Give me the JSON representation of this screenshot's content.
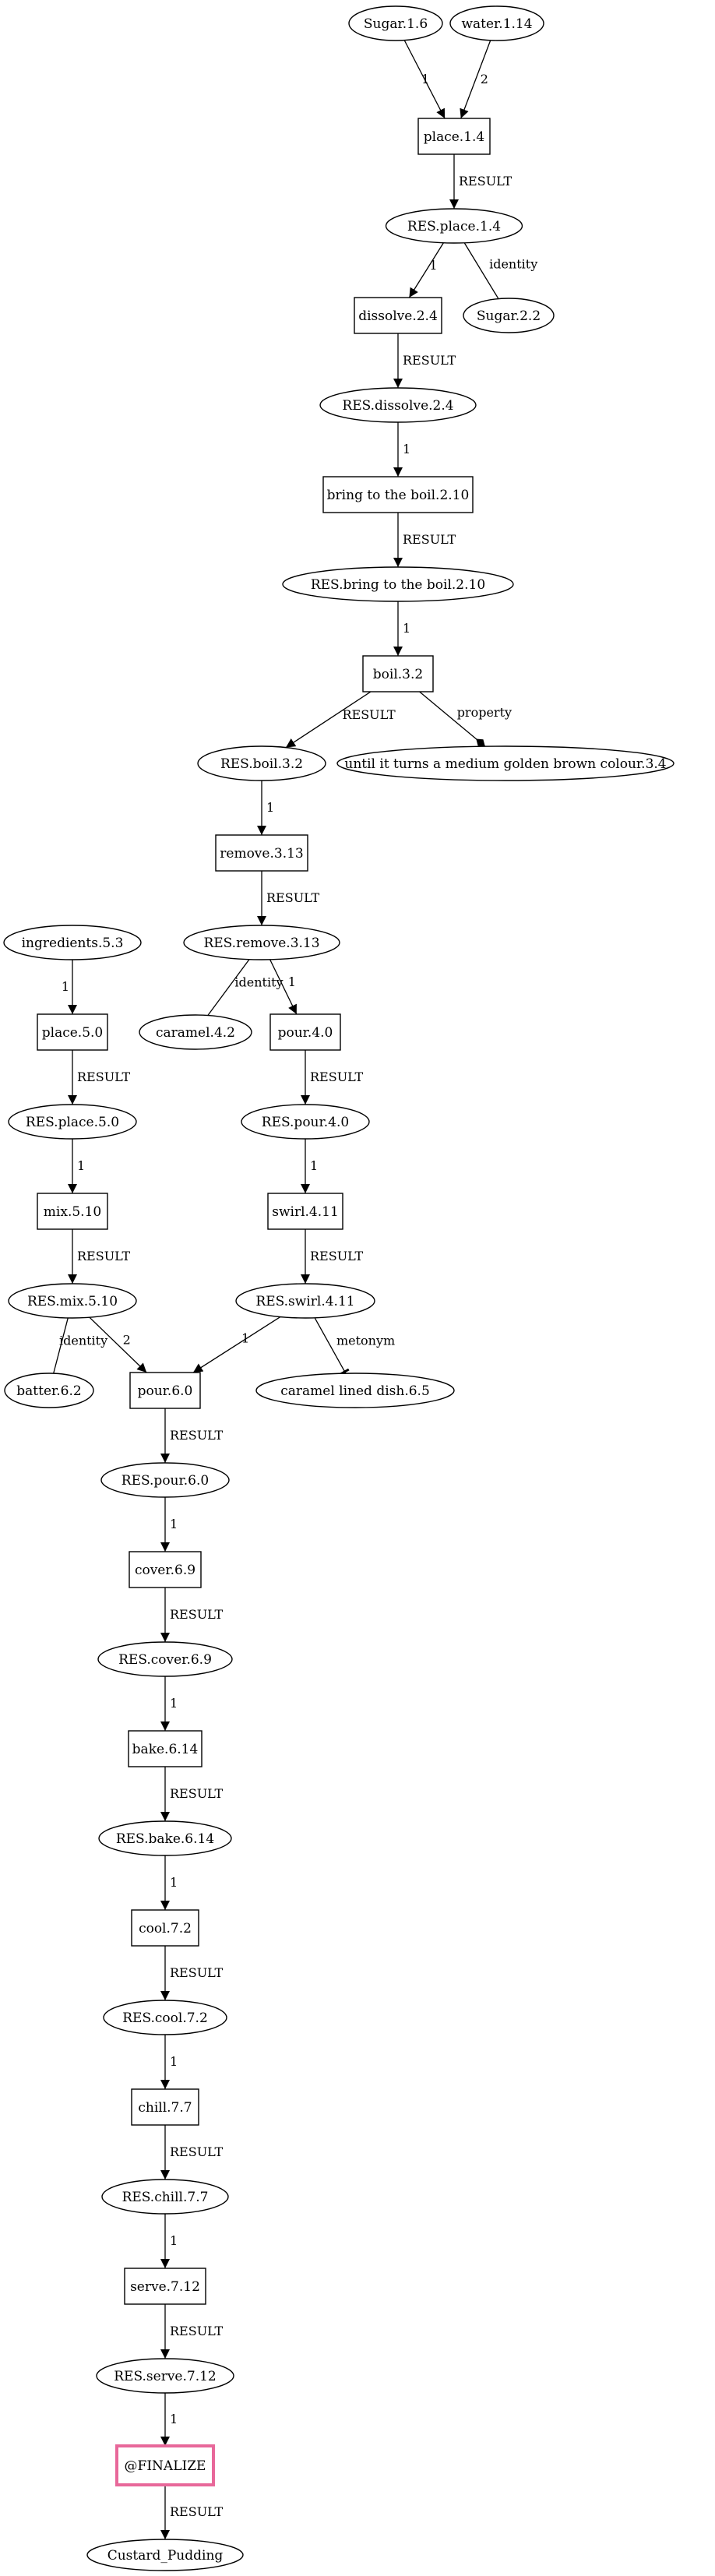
{
  "nodes": {
    "sugar16": {
      "label": "Sugar.1.6",
      "shape": "ellipse"
    },
    "water114": {
      "label": "water.1.14",
      "shape": "ellipse"
    },
    "place14": {
      "label": "place.1.4",
      "shape": "box"
    },
    "resplace14": {
      "label": "RES.place.1.4",
      "shape": "ellipse"
    },
    "dissolve24": {
      "label": "dissolve.2.4",
      "shape": "box"
    },
    "sugar22": {
      "label": "Sugar.2.2",
      "shape": "ellipse"
    },
    "resdissolve24": {
      "label": "RES.dissolve.2.4",
      "shape": "ellipse"
    },
    "bring210": {
      "label": "bring to the boil.2.10",
      "shape": "box"
    },
    "resbring210": {
      "label": "RES.bring to the boil.2.10",
      "shape": "ellipse"
    },
    "boil32": {
      "label": "boil.3.2",
      "shape": "box"
    },
    "resboil32": {
      "label": "RES.boil.3.2",
      "shape": "ellipse"
    },
    "until34": {
      "label": "until it turns a medium golden brown colour.3.4",
      "shape": "ellipse"
    },
    "remove313": {
      "label": "remove.3.13",
      "shape": "box"
    },
    "resremove313": {
      "label": "RES.remove.3.13",
      "shape": "ellipse"
    },
    "caramel42": {
      "label": "caramel.4.2",
      "shape": "ellipse"
    },
    "pour40": {
      "label": "pour.4.0",
      "shape": "box"
    },
    "respour40": {
      "label": "RES.pour.4.0",
      "shape": "ellipse"
    },
    "swirl411": {
      "label": "swirl.4.11",
      "shape": "box"
    },
    "resswirl411": {
      "label": "RES.swirl.4.11",
      "shape": "ellipse"
    },
    "dish65": {
      "label": "caramel lined dish.6.5",
      "shape": "ellipse"
    },
    "ingredients53": {
      "label": "ingredients.5.3",
      "shape": "ellipse"
    },
    "place50": {
      "label": "place.5.0",
      "shape": "box"
    },
    "resplace50": {
      "label": "RES.place.5.0",
      "shape": "ellipse"
    },
    "mix510": {
      "label": "mix.5.10",
      "shape": "box"
    },
    "resmix510": {
      "label": "RES.mix.5.10",
      "shape": "ellipse"
    },
    "batter62": {
      "label": "batter.6.2",
      "shape": "ellipse"
    },
    "pour60": {
      "label": "pour.6.0",
      "shape": "box"
    },
    "respour60": {
      "label": "RES.pour.6.0",
      "shape": "ellipse"
    },
    "cover69": {
      "label": "cover.6.9",
      "shape": "box"
    },
    "rescover69": {
      "label": "RES.cover.6.9",
      "shape": "ellipse"
    },
    "bake614": {
      "label": "bake.6.14",
      "shape": "box"
    },
    "resbake614": {
      "label": "RES.bake.6.14",
      "shape": "ellipse"
    },
    "cool72": {
      "label": "cool.7.2",
      "shape": "box"
    },
    "rescool72": {
      "label": "RES.cool.7.2",
      "shape": "ellipse"
    },
    "chill77": {
      "label": "chill.7.7",
      "shape": "box"
    },
    "reschill77": {
      "label": "RES.chill.7.7",
      "shape": "ellipse"
    },
    "serve712": {
      "label": "serve.7.12",
      "shape": "box"
    },
    "resserve712": {
      "label": "RES.serve.7.12",
      "shape": "ellipse"
    },
    "finalize": {
      "label": "@FINALIZE",
      "shape": "box",
      "highlight_color": "#e8689a"
    },
    "custard": {
      "label": "Custard_Pudding",
      "shape": "ellipse"
    }
  },
  "edges": [
    {
      "from": "sugar16",
      "to": "place14",
      "label": "1",
      "head": "arrow"
    },
    {
      "from": "water114",
      "to": "place14",
      "label": "2",
      "head": "arrow"
    },
    {
      "from": "place14",
      "to": "resplace14",
      "label": "RESULT",
      "head": "arrow"
    },
    {
      "from": "resplace14",
      "to": "dissolve24",
      "label": "1",
      "head": "arrow"
    },
    {
      "from": "resplace14",
      "to": "sugar22",
      "label": "identity",
      "head": "none"
    },
    {
      "from": "dissolve24",
      "to": "resdissolve24",
      "label": "RESULT",
      "head": "arrow"
    },
    {
      "from": "resdissolve24",
      "to": "bring210",
      "label": "1",
      "head": "arrow"
    },
    {
      "from": "bring210",
      "to": "resbring210",
      "label": "RESULT",
      "head": "arrow"
    },
    {
      "from": "resbring210",
      "to": "boil32",
      "label": "1",
      "head": "arrow"
    },
    {
      "from": "boil32",
      "to": "resboil32",
      "label": "RESULT",
      "head": "arrow"
    },
    {
      "from": "boil32",
      "to": "until34",
      "label": "property",
      "head": "diamond"
    },
    {
      "from": "resboil32",
      "to": "remove313",
      "label": "1",
      "head": "arrow"
    },
    {
      "from": "remove313",
      "to": "resremove313",
      "label": "RESULT",
      "head": "arrow"
    },
    {
      "from": "resremove313",
      "to": "caramel42",
      "label": "identity",
      "head": "none"
    },
    {
      "from": "resremove313",
      "to": "pour40",
      "label": "1",
      "head": "arrow"
    },
    {
      "from": "pour40",
      "to": "respour40",
      "label": "RESULT",
      "head": "arrow"
    },
    {
      "from": "respour40",
      "to": "swirl411",
      "label": "1",
      "head": "arrow"
    },
    {
      "from": "swirl411",
      "to": "resswirl411",
      "label": "RESULT",
      "head": "arrow"
    },
    {
      "from": "resswirl411",
      "to": "pour60",
      "label": "1",
      "head": "arrow"
    },
    {
      "from": "resswirl411",
      "to": "dish65",
      "label": "metonym",
      "head": "tee"
    },
    {
      "from": "ingredients53",
      "to": "place50",
      "label": "1",
      "head": "arrow"
    },
    {
      "from": "place50",
      "to": "resplace50",
      "label": "RESULT",
      "head": "arrow"
    },
    {
      "from": "resplace50",
      "to": "mix510",
      "label": "1",
      "head": "arrow"
    },
    {
      "from": "mix510",
      "to": "resmix510",
      "label": "RESULT",
      "head": "arrow"
    },
    {
      "from": "resmix510",
      "to": "batter62",
      "label": "identity",
      "head": "none"
    },
    {
      "from": "resmix510",
      "to": "pour60",
      "label": "2",
      "head": "arrow"
    },
    {
      "from": "pour60",
      "to": "respour60",
      "label": "RESULT",
      "head": "arrow"
    },
    {
      "from": "respour60",
      "to": "cover69",
      "label": "1",
      "head": "arrow"
    },
    {
      "from": "cover69",
      "to": "rescover69",
      "label": "RESULT",
      "head": "arrow"
    },
    {
      "from": "rescover69",
      "to": "bake614",
      "label": "1",
      "head": "arrow"
    },
    {
      "from": "bake614",
      "to": "resbake614",
      "label": "RESULT",
      "head": "arrow"
    },
    {
      "from": "resbake614",
      "to": "cool72",
      "label": "1",
      "head": "arrow"
    },
    {
      "from": "cool72",
      "to": "rescool72",
      "label": "RESULT",
      "head": "arrow"
    },
    {
      "from": "rescool72",
      "to": "chill77",
      "label": "1",
      "head": "arrow"
    },
    {
      "from": "chill77",
      "to": "reschill77",
      "label": "RESULT",
      "head": "arrow"
    },
    {
      "from": "reschill77",
      "to": "serve712",
      "label": "1",
      "head": "arrow"
    },
    {
      "from": "serve712",
      "to": "resserve712",
      "label": "RESULT",
      "head": "arrow"
    },
    {
      "from": "resserve712",
      "to": "finalize",
      "label": "1",
      "head": "arrow"
    },
    {
      "from": "finalize",
      "to": "custard",
      "label": "RESULT",
      "head": "arrow"
    }
  ]
}
